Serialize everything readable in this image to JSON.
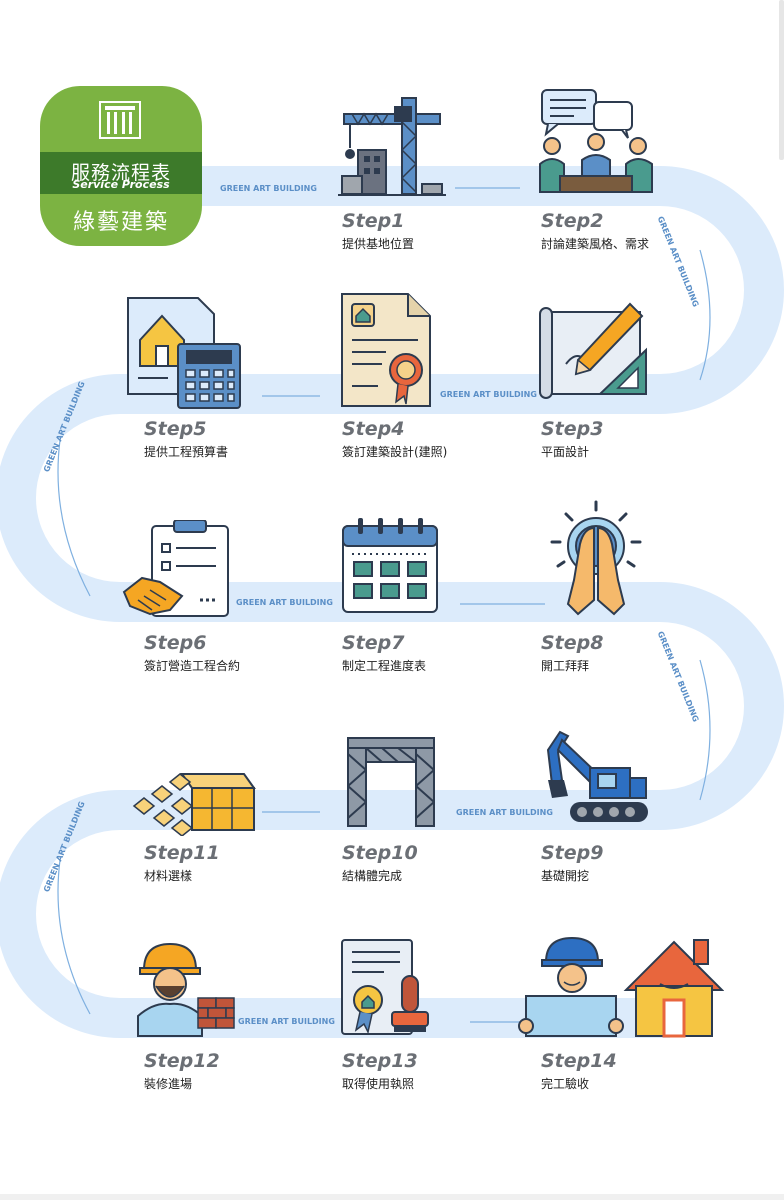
{
  "logo": {
    "title": "服務流程表",
    "subtitle": "Service Process",
    "company": "綠藝建築"
  },
  "path_label": "GREEN ART BUILDING",
  "steps": [
    {
      "label": "Step1",
      "desc": "提供基地位置",
      "icon": "tower-crane-icon"
    },
    {
      "label": "Step2",
      "desc": "討論建築風格、需求",
      "icon": "meeting-discussion-icon"
    },
    {
      "label": "Step3",
      "desc": "平面設計",
      "icon": "blueprint-pencil-icon"
    },
    {
      "label": "Step4",
      "desc": "簽訂建築設計(建照)",
      "icon": "certificate-document-icon"
    },
    {
      "label": "Step5",
      "desc": "提供工程預算書",
      "icon": "house-calculator-icon"
    },
    {
      "label": "Step6",
      "desc": "簽訂營造工程合約",
      "icon": "contract-handshake-icon"
    },
    {
      "label": "Step7",
      "desc": "制定工程進度表",
      "icon": "calendar-icon"
    },
    {
      "label": "Step8",
      "desc": "開工拜拜",
      "icon": "praying-hands-icon"
    },
    {
      "label": "Step9",
      "desc": "基礎開挖",
      "icon": "excavator-icon"
    },
    {
      "label": "Step10",
      "desc": "結構體完成",
      "icon": "steel-structure-icon"
    },
    {
      "label": "Step11",
      "desc": "材料選樣",
      "icon": "material-tiles-icon"
    },
    {
      "label": "Step12",
      "desc": "裝修進場",
      "icon": "worker-bricks-icon"
    },
    {
      "label": "Step13",
      "desc": "取得使用執照",
      "icon": "license-stamp-icon"
    },
    {
      "label": "Step14",
      "desc": "完工驗收",
      "icon": "inspection-house-icon"
    }
  ]
}
